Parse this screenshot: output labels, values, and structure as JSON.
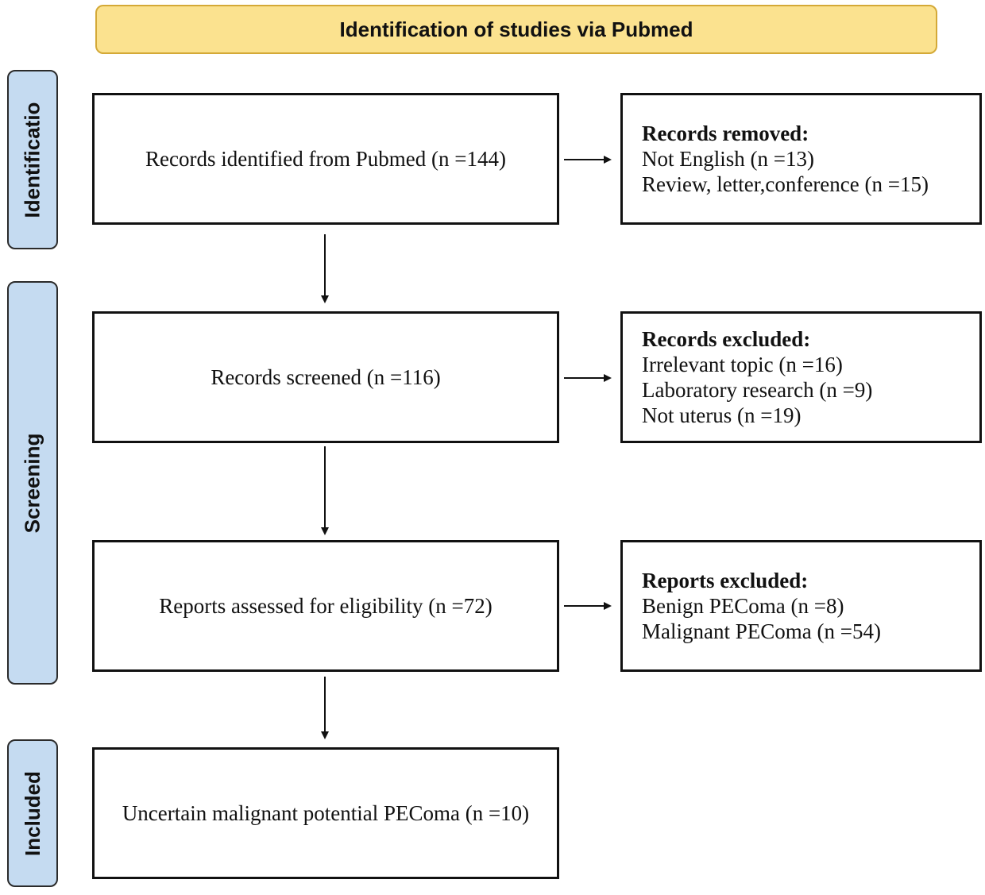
{
  "header": {
    "title": "Identification of studies via Pubmed"
  },
  "phases": {
    "identification": "Identificatio",
    "screening": "Screening",
    "included": "Included"
  },
  "boxes": {
    "identified": "Records identified from Pubmed (n =144)",
    "screened": "Records screened (n =116)",
    "assessed": "Reports assessed for eligibility (n =72)",
    "included": "Uncertain malignant potential PEComa (n =10)"
  },
  "side_boxes": {
    "removed": {
      "title": "Records removed:",
      "items": [
        "Not English (n =13)",
        "Review, letter,conference (n =15)"
      ]
    },
    "excluded_records": {
      "title": "Records excluded:",
      "items": [
        "Irrelevant topic (n =16)",
        "Laboratory research (n =9)",
        "Not uterus (n =19)"
      ]
    },
    "excluded_reports": {
      "title": "Reports excluded:",
      "items": [
        "Benign PEComa (n =8)",
        "Malignant PEComa (n =54)"
      ]
    }
  },
  "colors": {
    "header_fill": "#fbe28f",
    "header_border": "#d4a937",
    "phase_fill": "#c5dbf1",
    "line": "#111111"
  }
}
